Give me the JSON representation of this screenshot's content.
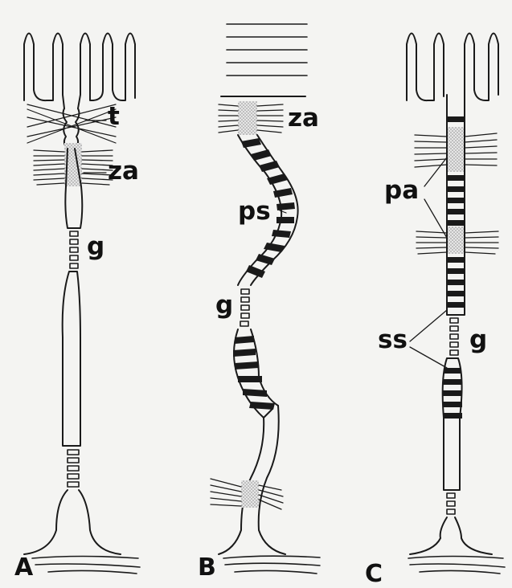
{
  "panels": [
    {
      "letter": "A",
      "labels": [
        "t",
        "za",
        "g"
      ]
    },
    {
      "letter": "B",
      "labels": [
        "za",
        "ps",
        "g"
      ]
    },
    {
      "letter": "C",
      "labels": [
        "pa",
        "ss",
        "g"
      ]
    }
  ],
  "colors": {
    "paper": "#f4f4f2",
    "ink": "#1a1a1a",
    "stipple": "#9a9a9a"
  }
}
